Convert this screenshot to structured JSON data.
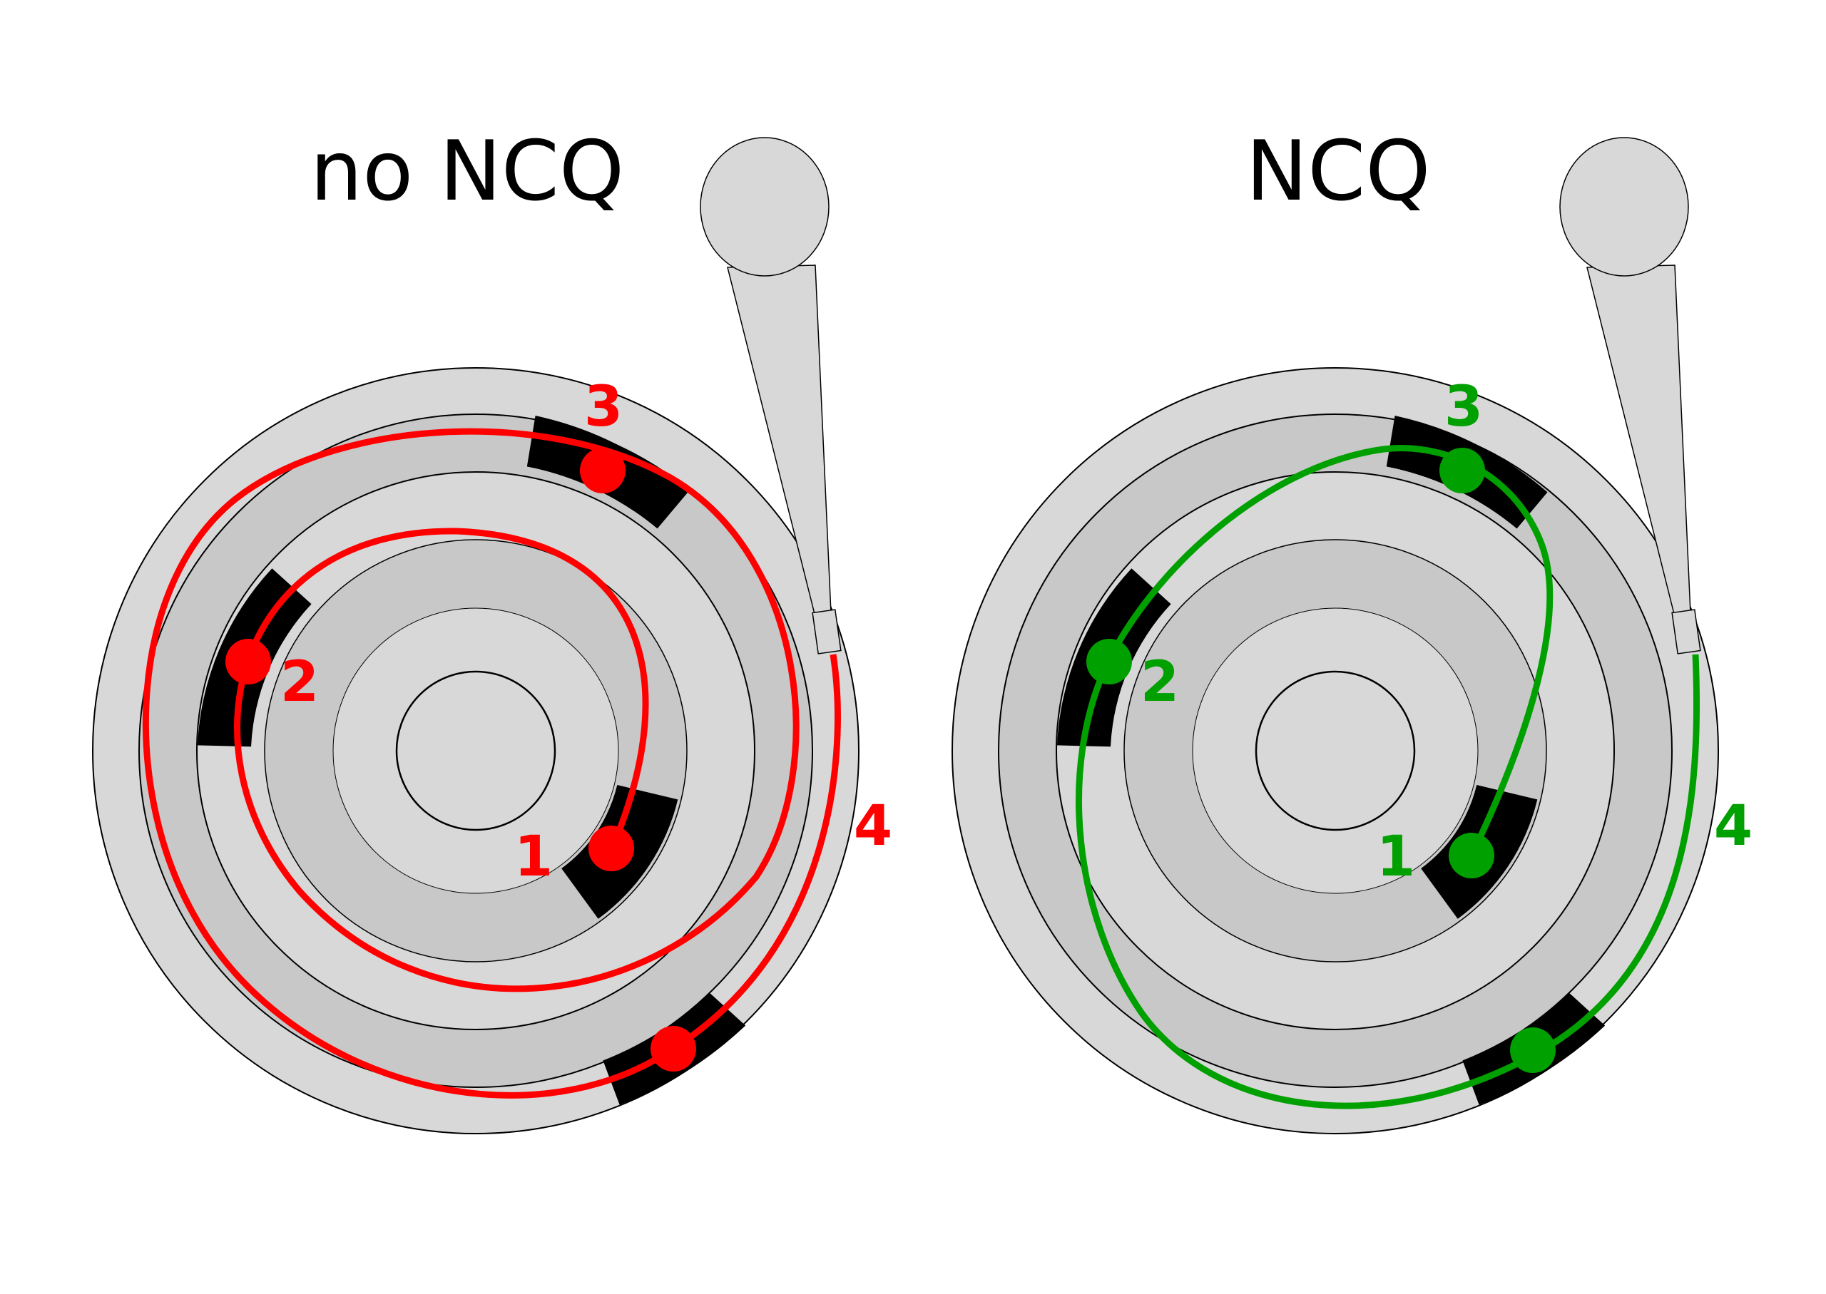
{
  "colors": {
    "no_ncq": "#ff0000",
    "ncq": "#00a000",
    "platter_light": "#d8d8d8",
    "platter_dark": "#c8c8c8",
    "sector": "#000000",
    "outline": "#000000"
  },
  "panels": {
    "no_ncq": {
      "title": "no NCQ",
      "labels": {
        "l1": "1",
        "l2": "2",
        "l3": "3",
        "l4": "4"
      }
    },
    "ncq": {
      "title": "NCQ",
      "labels": {
        "l1": "1",
        "l2": "2",
        "l3": "3",
        "l4": "4"
      }
    }
  },
  "icons": {
    "actuator": "disk-head-actuator-icon"
  }
}
